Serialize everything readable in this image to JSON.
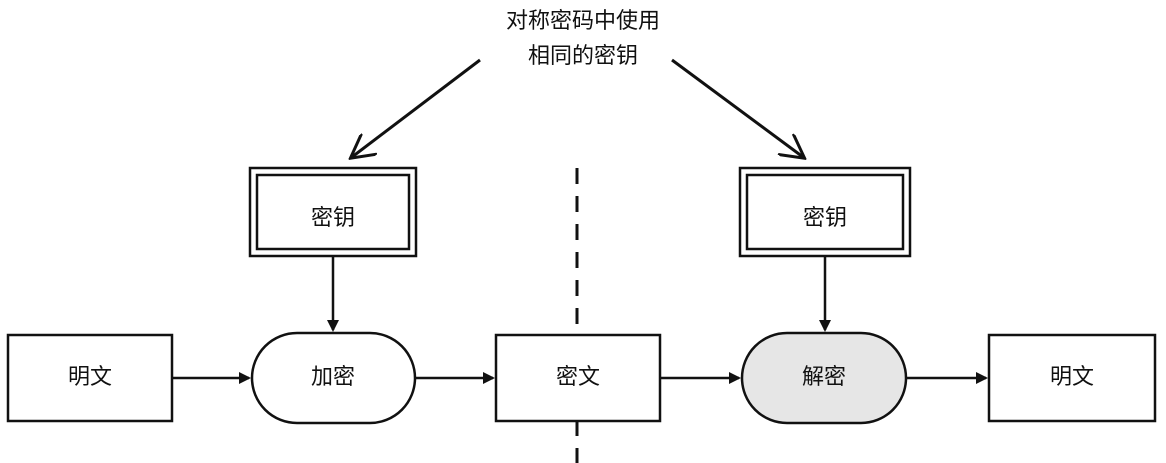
{
  "annotation": {
    "line1": "对称密码中使用",
    "line2": "相同的密钥"
  },
  "left": {
    "key_label": "密钥",
    "plaintext_label": "明文",
    "process_label": "加密"
  },
  "middle": {
    "ciphertext_label": "密文"
  },
  "right": {
    "key_label": "密钥",
    "process_label": "解密",
    "plaintext_label": "明文"
  },
  "colors": {
    "stroke": "#111111",
    "decrypt_fill": "#e6e6e6",
    "background": "#ffffff"
  }
}
